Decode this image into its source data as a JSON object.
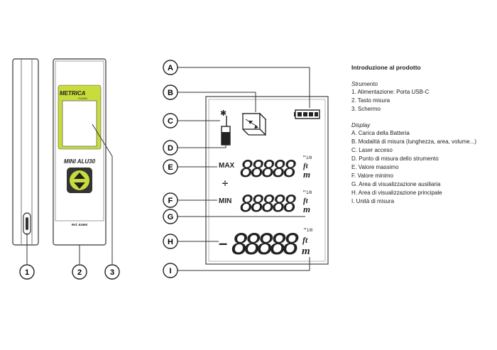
{
  "device": {
    "brand": "METRICA",
    "brand_sub": "FLASH",
    "model": "MINI ALU30",
    "ref": "Ref. 61660"
  },
  "callouts_left": [
    "1",
    "2",
    "3"
  ],
  "callouts_right": [
    "A",
    "B",
    "C",
    "D",
    "E",
    "F",
    "G",
    "H",
    "I"
  ],
  "lcd": {
    "max_label": "MAX",
    "min_label": "MIN",
    "plus_minus": "÷",
    "minus_sign": "–",
    "segments": "88888",
    "unit_ft": "ft",
    "unit_m": "m",
    "unit_quote": "\"",
    "unit_fraction": "1/8"
  },
  "info": {
    "title": "Introduzione al prodotto",
    "strumento_heading": "Strumento",
    "strumento_items": [
      "1. Alimentazione: Porta USB-C",
      "2. Tasto misura",
      "3. Schermo"
    ],
    "display_heading": "Display",
    "display_items": [
      "A. Carica della Batteria",
      "B. Modalità di misura (lunghezza, area, volume...)",
      "C. Laser acceso",
      "D. Punto di misura dello strumento",
      "E. Valore massimo",
      "F. Valore minimo",
      "G. Area di visualizzazione ausiliaria",
      "H. Area di visualizzazione principale",
      "I. Unità di misura"
    ]
  },
  "colors": {
    "accent": "#c8dc3c",
    "callout_ring": "#222222",
    "line": "#333333"
  }
}
